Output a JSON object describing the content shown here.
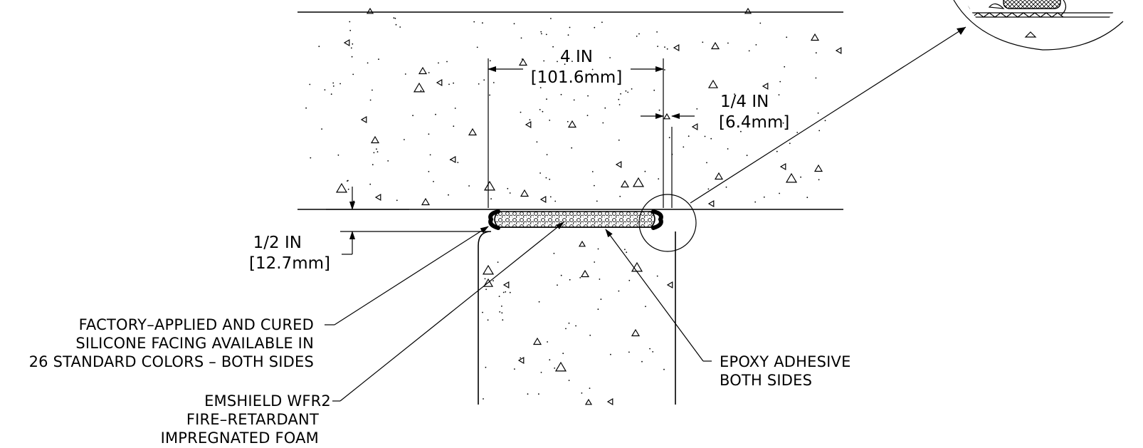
{
  "dimensions": {
    "joint_width": {
      "imperial": "4 IN",
      "metric": "[101.6mm]"
    },
    "gap": {
      "imperial": "1/4 IN",
      "metric": "[6.4mm]"
    },
    "depth": {
      "imperial": "1/2 IN",
      "metric": "[12.7mm]"
    }
  },
  "callouts": {
    "silicone_facing": {
      "line1": "FACTORY–APPLIED AND CURED",
      "line2": "SILICONE FACING AVAILABLE IN",
      "line3": "26 STANDARD COLORS – BOTH SIDES"
    },
    "foam": {
      "line1": "EMSHIELD WFR2",
      "line2": "FIRE–RETARDANT",
      "line3": "IMPREGNATED FOAM"
    },
    "epoxy": {
      "line1": "EPOXY ADHESIVE",
      "line2": "BOTH SIDES"
    }
  }
}
